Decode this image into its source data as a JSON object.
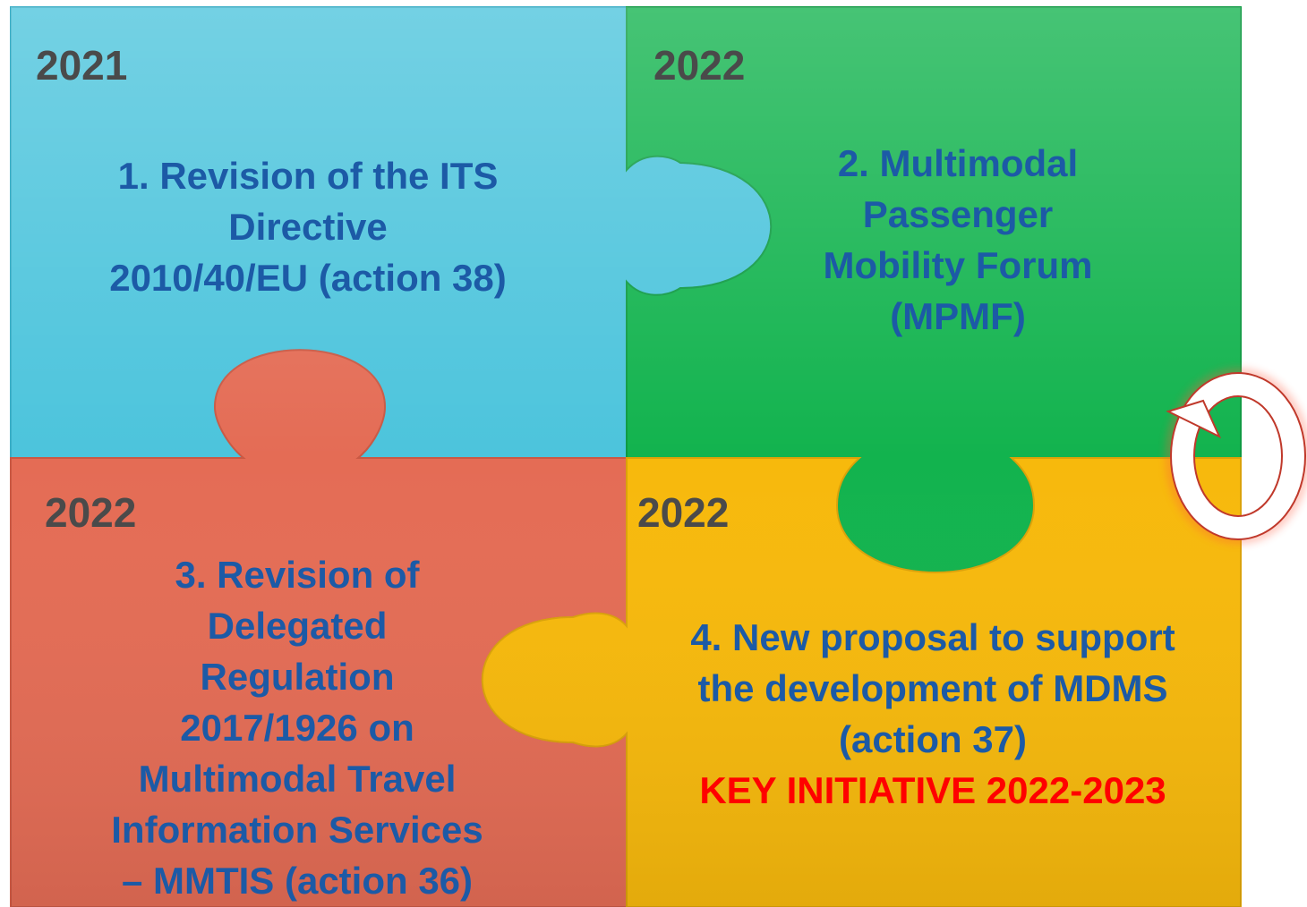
{
  "pieces": [
    {
      "id": "piece-1",
      "year": "2021",
      "color": "#4cc4dc",
      "lines": [
        "1. Revision of the ITS",
        "Directive",
        "2010/40/EU (action 38)"
      ]
    },
    {
      "id": "piece-2",
      "year": "2022",
      "color": "#12b34e",
      "lines": [
        "2. Multimodal",
        "Passenger",
        "Mobility Forum",
        "(MPMF)"
      ]
    },
    {
      "id": "piece-3",
      "year": "2022",
      "color": "#e46c55",
      "lines": [
        "3. Revision of",
        "Delegated",
        "Regulation",
        "2017/1926 on",
        "Multimodal Travel",
        "Information Services",
        "– MMTIS (action 36)"
      ]
    },
    {
      "id": "piece-4",
      "year": "2022",
      "color": "#f7b90c",
      "lines": [
        "4. New proposal to support",
        "the development of MDMS",
        "(action 37)"
      ],
      "highlight": "KEY INITIATIVE 2022-2023",
      "highlight_color": "#ff0000"
    }
  ],
  "text_color": "#1c5aa6",
  "year_color": "#4a4a4a",
  "cycle_icon": "circular-arrow-icon"
}
